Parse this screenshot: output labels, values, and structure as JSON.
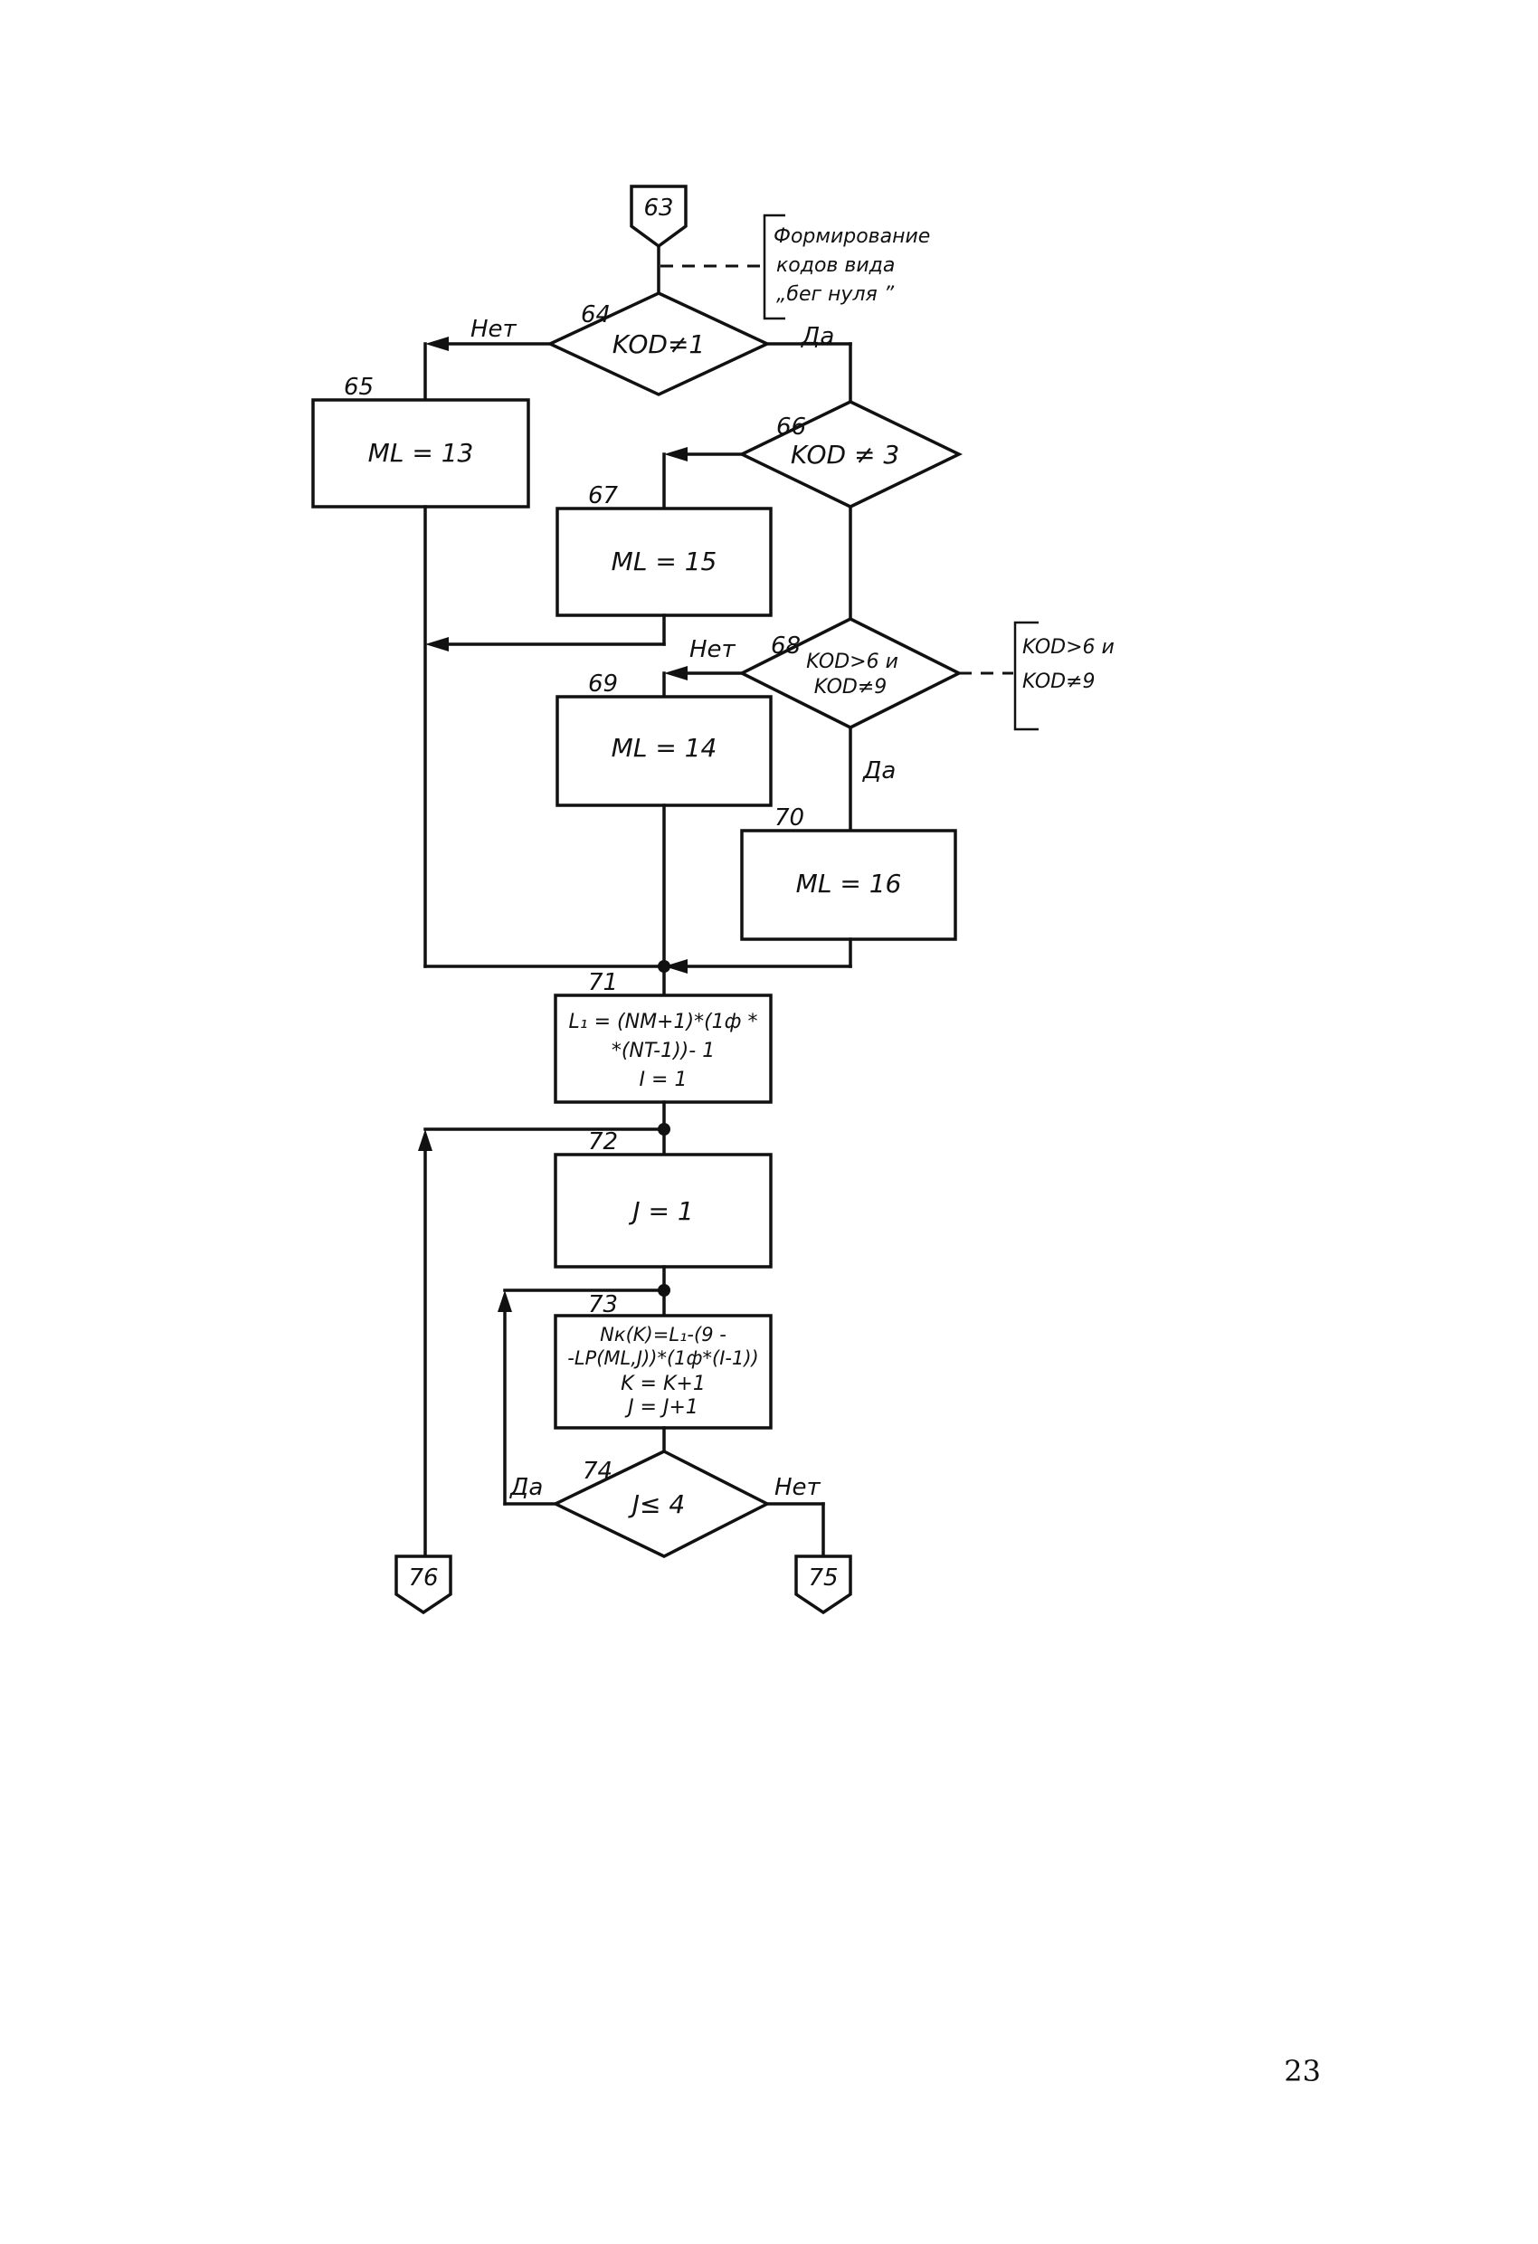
{
  "flowchart": {
    "connector_63": "63",
    "connector_75": "75",
    "connector_76": "76",
    "comment_top": [
      "Формирование",
      "кодов вида",
      "„бег нуля ”"
    ],
    "comment_68": [
      "KOD>6 и",
      "KOD≠9"
    ],
    "block_64": {
      "num": "64",
      "text": "KOD≠1",
      "no": "Нет",
      "yes": "Да"
    },
    "block_65": {
      "num": "65",
      "text": "ML = 13"
    },
    "block_66": {
      "num": "66",
      "text": "KOD ≠ 3"
    },
    "block_67": {
      "num": "67",
      "text": "ML = 15"
    },
    "block_68": {
      "num": "68",
      "line1": "KOD>6 и",
      "line2": "KOD≠9",
      "no": "Нет",
      "yes": "Да"
    },
    "block_69": {
      "num": "69",
      "text": "ML = 14"
    },
    "block_70": {
      "num": "70",
      "text": "ML = 16"
    },
    "block_71": {
      "num": "71",
      "line1": "L₁ = (NM+1)*(1ф *",
      "line2": "*(NT-1))- 1",
      "line3": "I = 1"
    },
    "block_72": {
      "num": "72",
      "text": "J = 1"
    },
    "block_73": {
      "num": "73",
      "line1": "Nк(K)=L₁-(9 -",
      "line2": "-LP(ML,J))*(1ф*(I-1))",
      "line3": "K = K+1",
      "line4": "J = J+1"
    },
    "block_74": {
      "num": "74",
      "text": "J≤ 4",
      "yes": "Да",
      "no": "Нет"
    }
  },
  "page_number": "23"
}
